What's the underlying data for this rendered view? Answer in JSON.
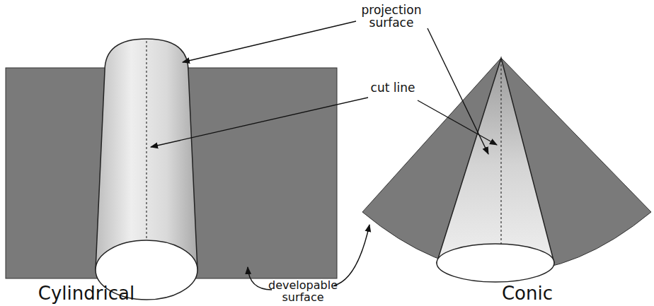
{
  "diagram": {
    "labels": [
      "projection surface",
      "cut line",
      "developable surface",
      "Cylindrical",
      "Conic"
    ]
  }
}
